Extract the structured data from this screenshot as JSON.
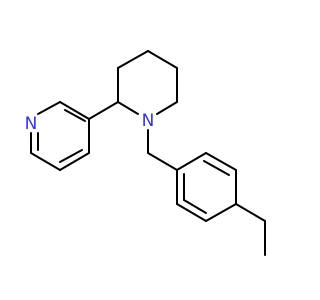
{
  "molecule": {
    "atoms": [
      {
        "id": "n_pyridine",
        "label": "N",
        "color": "#3333ee"
      },
      {
        "id": "n_piperidine",
        "label": "N",
        "color": "#3333ee"
      }
    ]
  }
}
